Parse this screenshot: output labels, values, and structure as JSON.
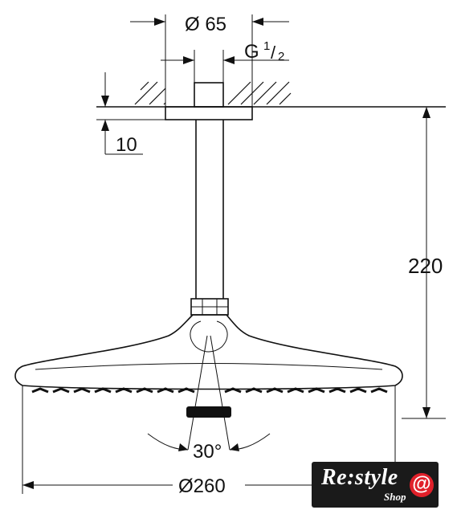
{
  "dimensions": {
    "flange_diameter": "Ø 65",
    "thread": "G",
    "thread_superscript": "1",
    "thread_subscript": "2",
    "flange_height": "10",
    "height": "220",
    "angle": "30°",
    "head_diameter": "Ø260"
  },
  "logo": {
    "brand": "Re:style",
    "sub": "Shop",
    "cart_symbol": "@"
  }
}
